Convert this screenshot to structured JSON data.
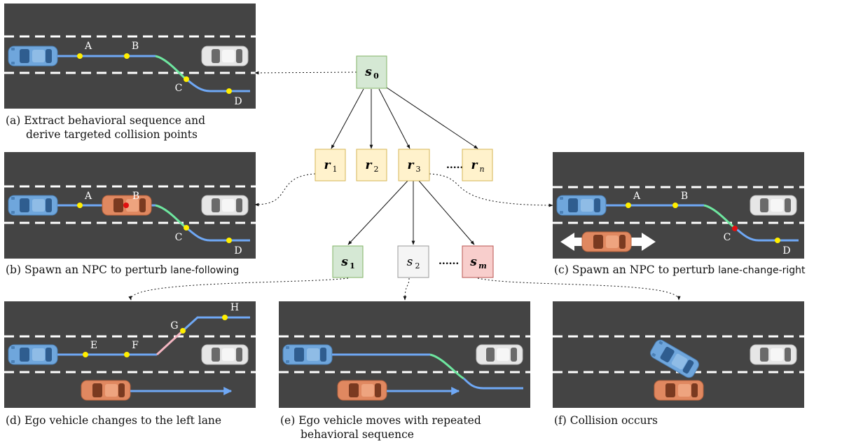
{
  "panels": {
    "a": {
      "caption_line1": "(a) Extract behavioral sequence and",
      "caption_line2": "derive targeted collision points",
      "points": [
        "A",
        "B",
        "C",
        "D"
      ]
    },
    "b": {
      "caption": "(b) Spawn an NPC to perturb ",
      "behavior": "lane-following",
      "points": [
        "A",
        "B",
        "C",
        "D"
      ]
    },
    "c": {
      "caption": "(c) Spawn an NPC to perturb ",
      "behavior": "lane-change-right",
      "points": [
        "A",
        "B",
        "C",
        "D"
      ]
    },
    "d": {
      "caption": "(d) Ego vehicle changes to the left lane",
      "points": [
        "E",
        "F",
        "G",
        "H"
      ]
    },
    "e": {
      "caption_line1": "(e) Ego vehicle moves with repeated",
      "caption_line2": "behavioral sequence"
    },
    "f": {
      "caption": "(f) Collision occurs"
    }
  },
  "tree": {
    "root": {
      "sym": "s",
      "sub": "0",
      "color": "#d5e8d4"
    },
    "level1": [
      {
        "sym": "r",
        "sub": "1",
        "color": "#fff2cc"
      },
      {
        "sym": "r",
        "sub": "2",
        "color": "#fff2cc"
      },
      {
        "sym": "r",
        "sub": "3",
        "color": "#fff2cc"
      },
      {
        "sym": "r",
        "sub": "n",
        "color": "#fff2cc"
      }
    ],
    "level2": [
      {
        "sym": "s",
        "sub": "1",
        "color": "#d5e8d4"
      },
      {
        "sym": "s",
        "sub": "2",
        "color": "#f5f5f5"
      },
      {
        "sym": "s",
        "sub": "m",
        "color": "#f8cecc"
      }
    ],
    "ellipsis": "......"
  },
  "colors": {
    "road": "#444444",
    "path": "#6fa8f5",
    "transition_green": "#6ee7a0",
    "transition_pink": "#f4b6c2",
    "collision_point": "#ffee00",
    "npc_body": "#e08860",
    "ego_body": "#6fa6dc",
    "parked_body": "#e0e0e0"
  }
}
